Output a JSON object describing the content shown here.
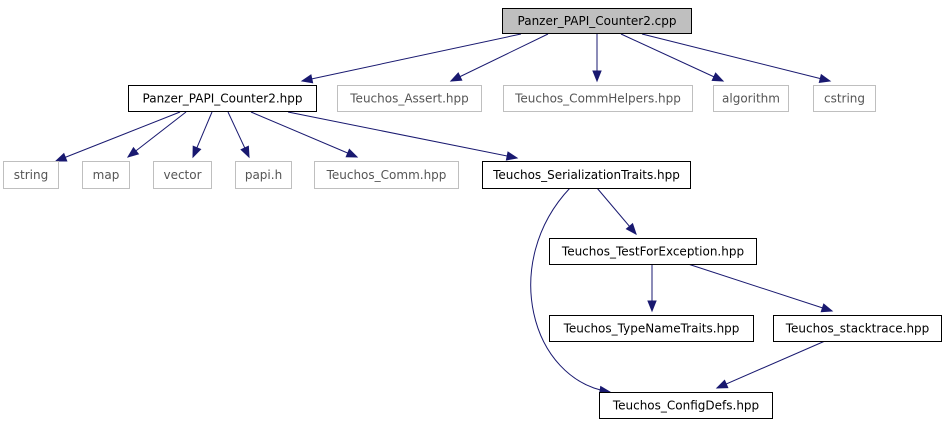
{
  "colors": {
    "edge": "#191970",
    "root_fill": "#bfbfbf",
    "documented_border": "#000000",
    "external_border": "#bfbfbf",
    "external_text": "#555555"
  },
  "nodes": [
    {
      "id": "root",
      "label": "Panzer_PAPI_Counter2.cpp",
      "kind": "root"
    },
    {
      "id": "counter_hpp",
      "label": "Panzer_PAPI_Counter2.hpp",
      "kind": "doc"
    },
    {
      "id": "assert",
      "label": "Teuchos_Assert.hpp",
      "kind": "ext"
    },
    {
      "id": "commhelpers",
      "label": "Teuchos_CommHelpers.hpp",
      "kind": "ext"
    },
    {
      "id": "algorithm",
      "label": "algorithm",
      "kind": "ext"
    },
    {
      "id": "cstring",
      "label": "cstring",
      "kind": "ext"
    },
    {
      "id": "string",
      "label": "string",
      "kind": "ext"
    },
    {
      "id": "map",
      "label": "map",
      "kind": "ext"
    },
    {
      "id": "vector",
      "label": "vector",
      "kind": "ext"
    },
    {
      "id": "papi",
      "label": "papi.h",
      "kind": "ext"
    },
    {
      "id": "comm",
      "label": "Teuchos_Comm.hpp",
      "kind": "ext"
    },
    {
      "id": "serial",
      "label": "Teuchos_SerializationTraits.hpp",
      "kind": "doc"
    },
    {
      "id": "testforexc",
      "label": "Teuchos_TestForException.hpp",
      "kind": "doc"
    },
    {
      "id": "typename",
      "label": "Teuchos_TypeNameTraits.hpp",
      "kind": "doc"
    },
    {
      "id": "stacktrace",
      "label": "Teuchos_stacktrace.hpp",
      "kind": "doc"
    },
    {
      "id": "configdefs",
      "label": "Teuchos_ConfigDefs.hpp",
      "kind": "doc"
    }
  ],
  "edges": [
    {
      "from": "root",
      "to": "counter_hpp"
    },
    {
      "from": "root",
      "to": "assert"
    },
    {
      "from": "root",
      "to": "commhelpers"
    },
    {
      "from": "root",
      "to": "algorithm"
    },
    {
      "from": "root",
      "to": "cstring"
    },
    {
      "from": "counter_hpp",
      "to": "string"
    },
    {
      "from": "counter_hpp",
      "to": "map"
    },
    {
      "from": "counter_hpp",
      "to": "vector"
    },
    {
      "from": "counter_hpp",
      "to": "papi"
    },
    {
      "from": "counter_hpp",
      "to": "comm"
    },
    {
      "from": "counter_hpp",
      "to": "serial"
    },
    {
      "from": "serial",
      "to": "testforexc"
    },
    {
      "from": "serial",
      "to": "configdefs"
    },
    {
      "from": "testforexc",
      "to": "typename"
    },
    {
      "from": "testforexc",
      "to": "stacktrace"
    },
    {
      "from": "stacktrace",
      "to": "configdefs"
    }
  ]
}
